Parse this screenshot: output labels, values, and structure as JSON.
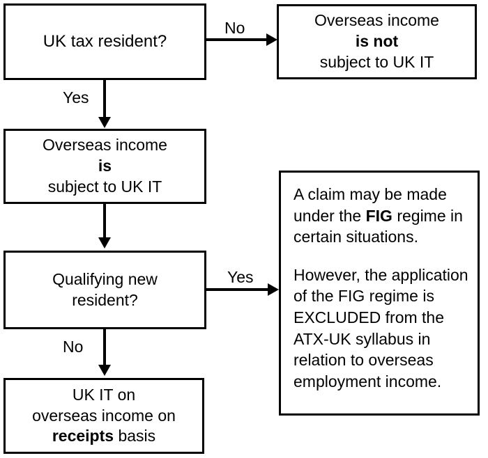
{
  "diagram": {
    "title": "UK tax residence and overseas income decision flowchart",
    "colors": {
      "stroke": "#000000",
      "fill": "#ffffff",
      "text": "#000000"
    },
    "nodes": {
      "uk_tax_resident": {
        "line1": "UK tax resident?"
      },
      "not_subject": {
        "line1": "Overseas income",
        "line2": "is not",
        "line3": "subject to UK IT"
      },
      "is_subject": {
        "line1": "Overseas income",
        "line2": "is",
        "line3": "subject to UK IT"
      },
      "qualifying_new_resident": {
        "line1": "Qualifying new",
        "line2": "resident?"
      },
      "uk_it_receipts": {
        "line1": "UK IT on",
        "line2": "overseas income on",
        "line3_bold": "receipts",
        "line3_rest": " basis"
      },
      "fig_note": {
        "para1_a": "A claim may be made under the ",
        "para1_bold": "FIG",
        "para1_b": " regime in certain situations.",
        "para2": "However, the application of the FIG regime is EXCLUDED from the ATX-UK syllabus in relation to overseas employment income."
      }
    },
    "edge_labels": {
      "no_top": "No",
      "yes_top": "Yes",
      "yes_mid": "Yes",
      "no_bottom": "No"
    }
  }
}
